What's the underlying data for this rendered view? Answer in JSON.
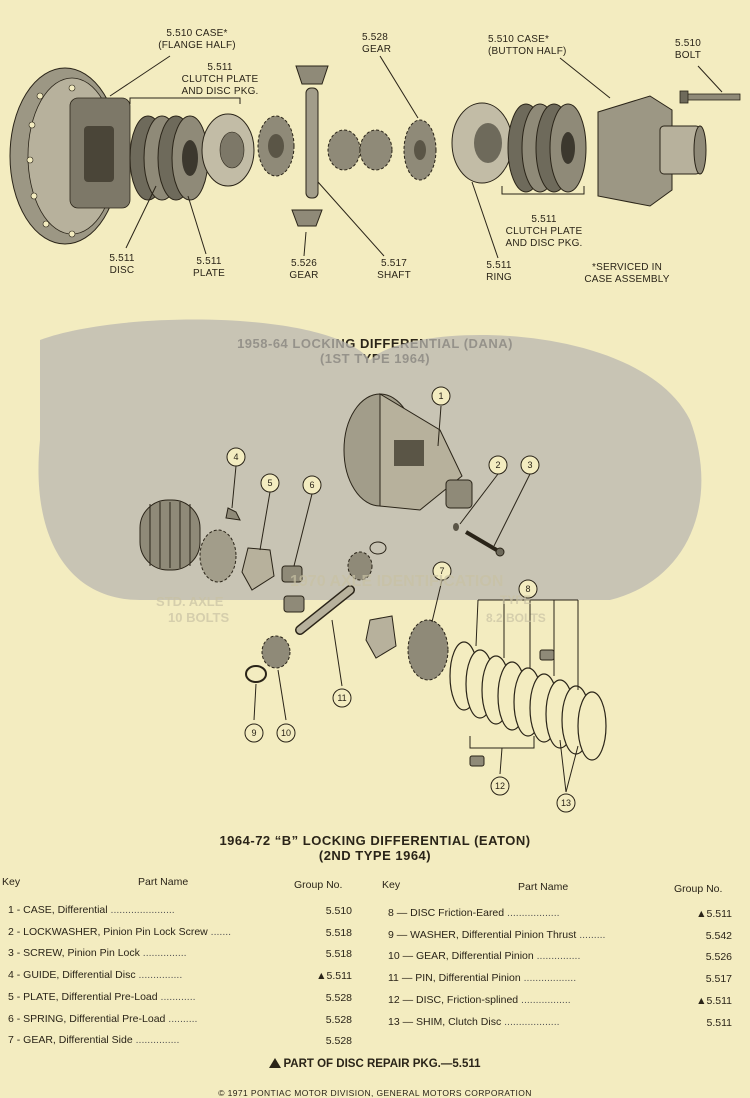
{
  "diagram1": {
    "labels": {
      "case_flange": "5.510 CASE*",
      "case_flange2": "(FLANGE HALF)",
      "clutch1_a": "5.511",
      "clutch1_b": "CLUTCH PLATE",
      "clutch1_c": "AND DISC PKG.",
      "gear_top_a": "5.528",
      "gear_top_b": "GEAR",
      "case_button": "5.510 CASE*",
      "case_button2": "(BUTTON HALF)",
      "bolt_a": "5.510",
      "bolt_b": "BOLT",
      "disc_a": "5.511",
      "disc_b": "DISC",
      "plate_a": "5.511",
      "plate_b": "PLATE",
      "gear_bot_a": "5.526",
      "gear_bot_b": "GEAR",
      "shaft_a": "5.517",
      "shaft_b": "SHAFT",
      "ring_a": "5.511",
      "ring_b": "RING",
      "clutch2_a": "5.511",
      "clutch2_b": "CLUTCH PLATE",
      "clutch2_c": "AND DISC PKG.",
      "serviced_a": "*SERVICED IN",
      "serviced_b": "CASE ASSEMBLY"
    },
    "title_line1": "1958-64 LOCKING DIFFERENTIAL (DANA)",
    "title_line2": "(1ST TYPE 1964)"
  },
  "diagram2": {
    "callouts": [
      "1",
      "2",
      "3",
      "4",
      "5",
      "6",
      "7",
      "8",
      "9",
      "10",
      "11",
      "12",
      "13"
    ],
    "watermark_1": "1970 AXLE IDENTIFICATION",
    "watermark_2": "TYPE",
    "watermark_3": "STD. AXLE",
    "watermark_4": "10 BOLTS",
    "watermark_5": "8.2 BOLTS",
    "title_line1": "1964-72 “B” LOCKING DIFFERENTIAL (EATON)",
    "title_line2": "(2ND TYPE 1964)"
  },
  "parts_table": {
    "headers": {
      "key": "Key",
      "part_name": "Part Name",
      "group_no": "Group No."
    },
    "left": [
      {
        "text": "1 - CASE, Differential",
        "dots": " ......................",
        "group": "5.510"
      },
      {
        "text": "2 - LOCKWASHER, Pinion Pin Lock Screw",
        "dots": " .......",
        "group": "5.518"
      },
      {
        "text": "3 - SCREW, Pinion Pin Lock",
        "dots": " ...............",
        "group": "5.518"
      },
      {
        "text": "4 - GUIDE, Differential Disc",
        "dots": " ...............",
        "group": "▲5.511"
      },
      {
        "text": "5 - PLATE, Differential Pre-Load",
        "dots": " ............",
        "group": "5.528"
      },
      {
        "text": "6 - SPRING, Differential Pre-Load",
        "dots": " ..........",
        "group": "5.528"
      },
      {
        "text": "7 - GEAR, Differential Side",
        "dots": " ...............",
        "group": "5.528"
      }
    ],
    "right": [
      {
        "text": "8 — DISC Friction-Eared",
        "dots": " ..................",
        "group": "▲5.511"
      },
      {
        "text": "9 — WASHER, Differential Pinion Thrust",
        "dots": " .........",
        "group": "5.542"
      },
      {
        "text": "10 — GEAR, Differential Pinion",
        "dots": " ...............",
        "group": "5.526"
      },
      {
        "text": "11 — PIN, Differential Pinion",
        "dots": " ..................",
        "group": "5.517"
      },
      {
        "text": "12 — DISC, Friction-splined",
        "dots": " .................",
        "group": "▲5.511"
      },
      {
        "text": "13 — SHIM, Clutch Disc",
        "dots": " ...................",
        "group": "5.511"
      }
    ]
  },
  "footnote": "PART OF DISC REPAIR PKG.—5.511",
  "copyright": "© 1971 PONTIAC MOTOR DIVISION, GENERAL MOTORS CORPORATION",
  "colors": {
    "paper": "#f3ecc0",
    "ink": "#2a2418",
    "metal": "#8f8a78",
    "shadow": "#b9b7b0"
  }
}
